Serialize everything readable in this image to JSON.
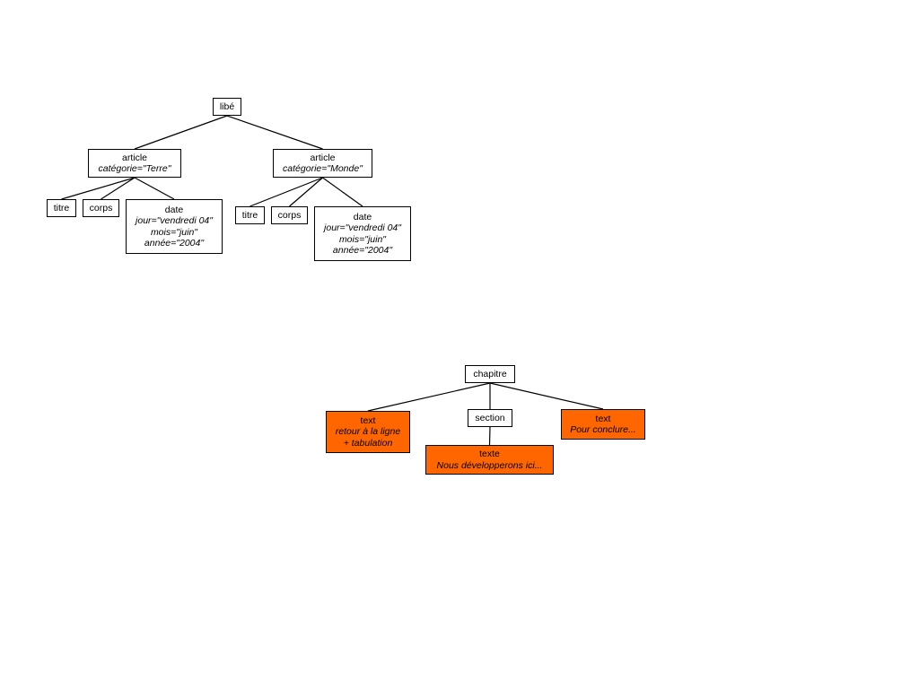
{
  "trees": [
    {
      "nodes": {
        "libe": {
          "label": "libé",
          "attrs": []
        },
        "article1": {
          "label": "article",
          "attrs": [
            "catégorie=\"Terre\""
          ]
        },
        "article2": {
          "label": "article",
          "attrs": [
            "catégorie=\"Monde\""
          ]
        },
        "titre1": {
          "label": "titre",
          "attrs": []
        },
        "corps1": {
          "label": "corps",
          "attrs": []
        },
        "date1": {
          "label": "date",
          "attrs": [
            "jour=\"vendredi 04\"",
            "mois=\"juin\"",
            "année=\"2004\""
          ]
        },
        "titre2": {
          "label": "titre",
          "attrs": []
        },
        "corps2": {
          "label": "corps",
          "attrs": []
        },
        "date2": {
          "label": "date",
          "attrs": [
            "jour=\"vendredi 04\"",
            "mois=\"juin\"",
            "année=\"2004\""
          ]
        }
      }
    },
    {
      "nodes": {
        "chapitre": {
          "label": "chapitre",
          "attrs": [],
          "highlight": false
        },
        "text1": {
          "label": "text",
          "attrs": [
            "retour à la ligne",
            "+ tabulation"
          ],
          "highlight": true
        },
        "section": {
          "label": "section",
          "attrs": [],
          "highlight": false
        },
        "text2": {
          "label": "text",
          "attrs": [
            "Pour conclure..."
          ],
          "highlight": true
        },
        "texte": {
          "label": "texte",
          "attrs": [
            "Nous développerons ici..."
          ],
          "highlight": true
        }
      }
    }
  ],
  "edges": [
    [
      "libe",
      "article1"
    ],
    [
      "libe",
      "article2"
    ],
    [
      "article1",
      "titre1"
    ],
    [
      "article1",
      "corps1"
    ],
    [
      "article1",
      "date1"
    ],
    [
      "article2",
      "titre2"
    ],
    [
      "article2",
      "corps2"
    ],
    [
      "article2",
      "date2"
    ],
    [
      "chapitre",
      "text1"
    ],
    [
      "chapitre",
      "section"
    ],
    [
      "chapitre",
      "text2"
    ],
    [
      "section",
      "texte"
    ]
  ],
  "colors": {
    "highlight_fill": "#ff6600",
    "node_fill": "#ffffff",
    "stroke": "#000000"
  }
}
